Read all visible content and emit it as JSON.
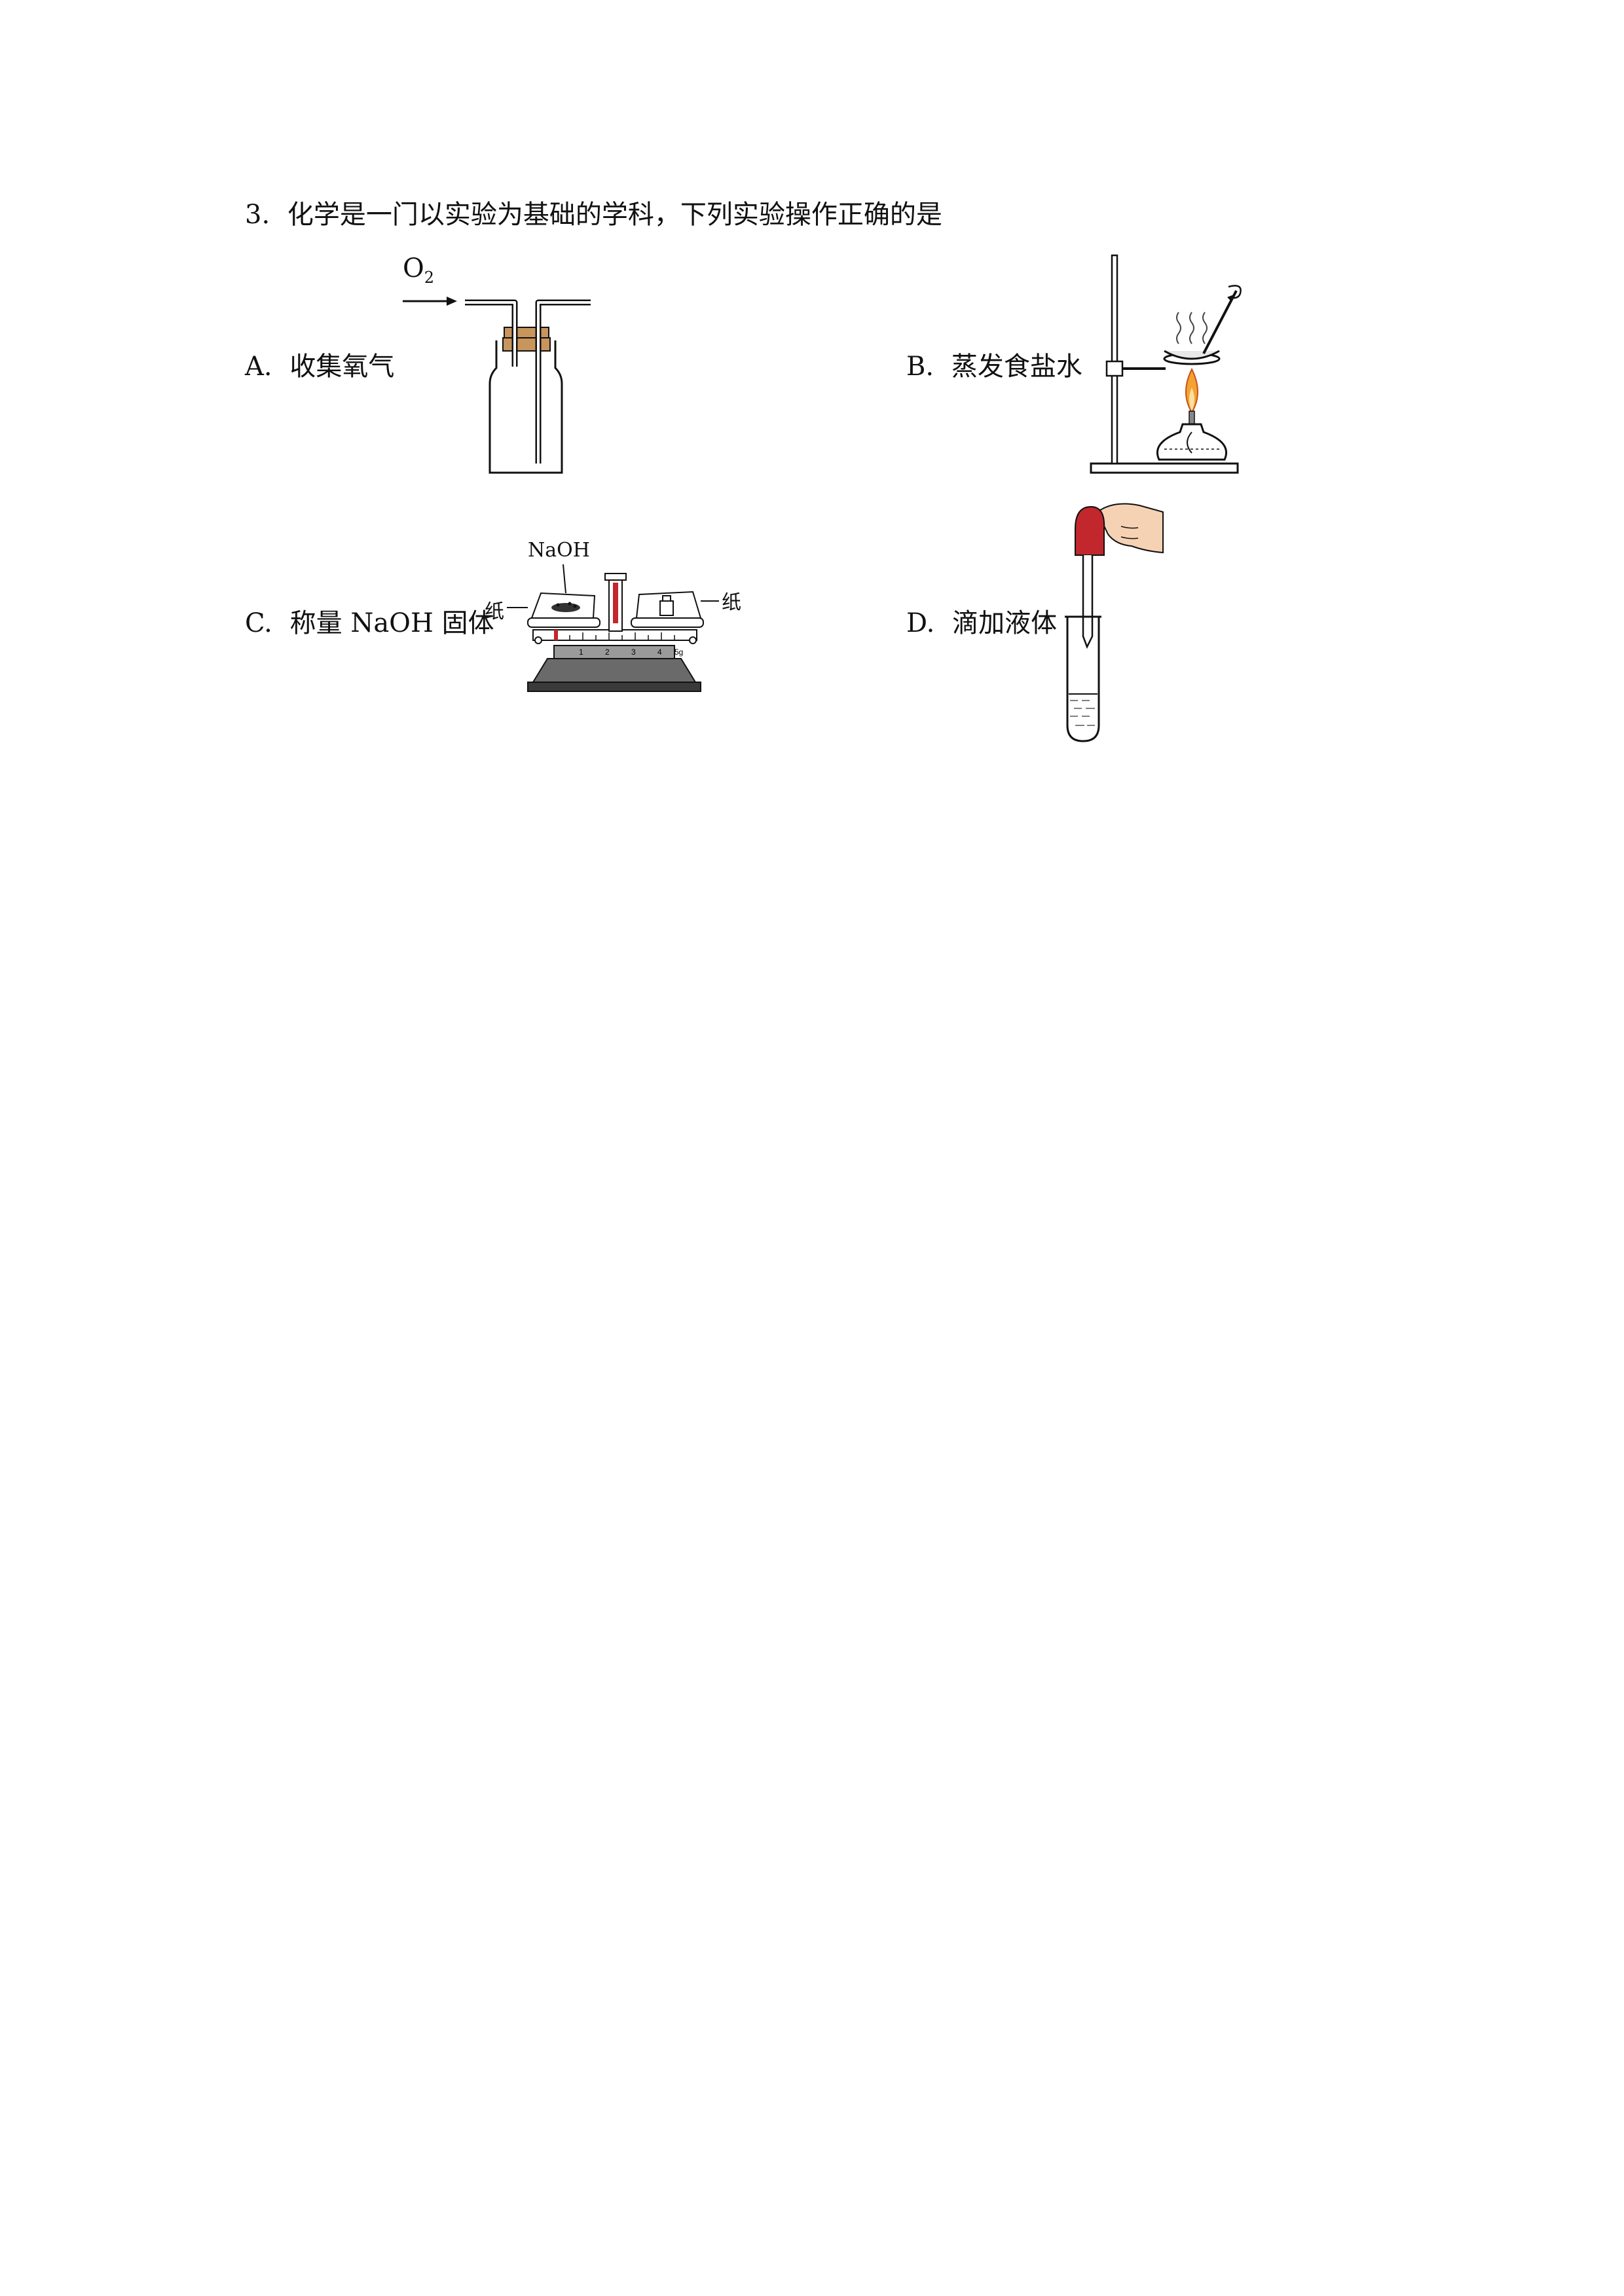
{
  "question": {
    "number": "3.",
    "stem": "化学是一门以实验为基础的学科，下列实验操作正确的是"
  },
  "options": [
    {
      "letter": "A.",
      "text": "收集氧气",
      "figure_label": "O",
      "figure_label_sub": "2"
    },
    {
      "letter": "B.",
      "text": "蒸发食盐水"
    },
    {
      "letter": "C.",
      "text": "称量 NaOH 固体",
      "figure_label_top": "NaOH",
      "figure_label_left": "纸",
      "figure_label_right": "纸",
      "scale_ticks": [
        "1",
        "2",
        "3",
        "4",
        "5g"
      ]
    },
    {
      "letter": "D.",
      "text": "滴加液体"
    }
  ],
  "colors": {
    "cork": "#c8955c",
    "flame": "#f3a233",
    "bulb_red": "#c1272d",
    "skin": "#f6d2b4"
  }
}
